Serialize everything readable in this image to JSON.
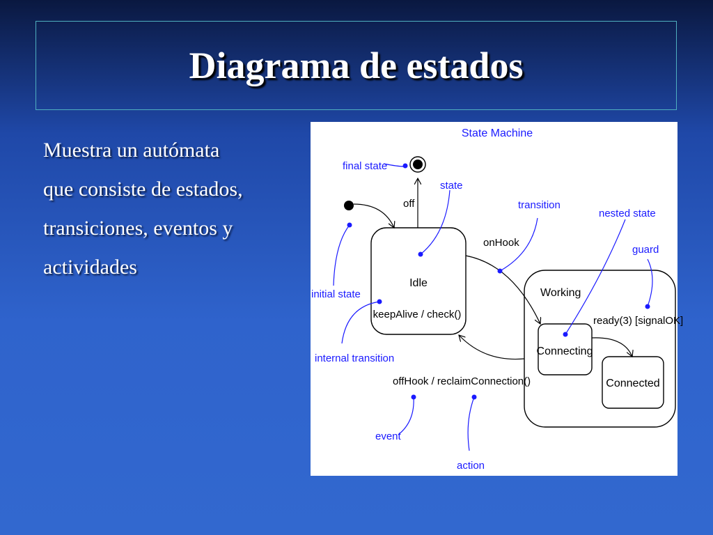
{
  "slide": {
    "title": "Diagrama de estados",
    "body_lines": [
      "Muestra un autómata",
      "que consiste de estados,",
      "transiciones, eventos y",
      "actividades"
    ]
  },
  "diagram": {
    "heading": "State Machine",
    "states": {
      "idle": "Idle",
      "idle_internal": "keepAlive / check()",
      "working": "Working",
      "connecting": "Connecting",
      "connected": "Connected"
    },
    "transitions": {
      "off": "off",
      "on_hook": "onHook",
      "ready": "ready(3) [signalOK]",
      "off_hook": "offHook / reclaimConnection()"
    },
    "annotations": {
      "final_state": "final state",
      "state": "state",
      "transition": "transition",
      "nested_state": "nested state",
      "guard": "guard",
      "initial_state": "initial state",
      "internal_transition": "internal transition",
      "event": "event",
      "action": "action"
    },
    "colors": {
      "annotation": "#1a1aff",
      "line": "#000000"
    }
  }
}
